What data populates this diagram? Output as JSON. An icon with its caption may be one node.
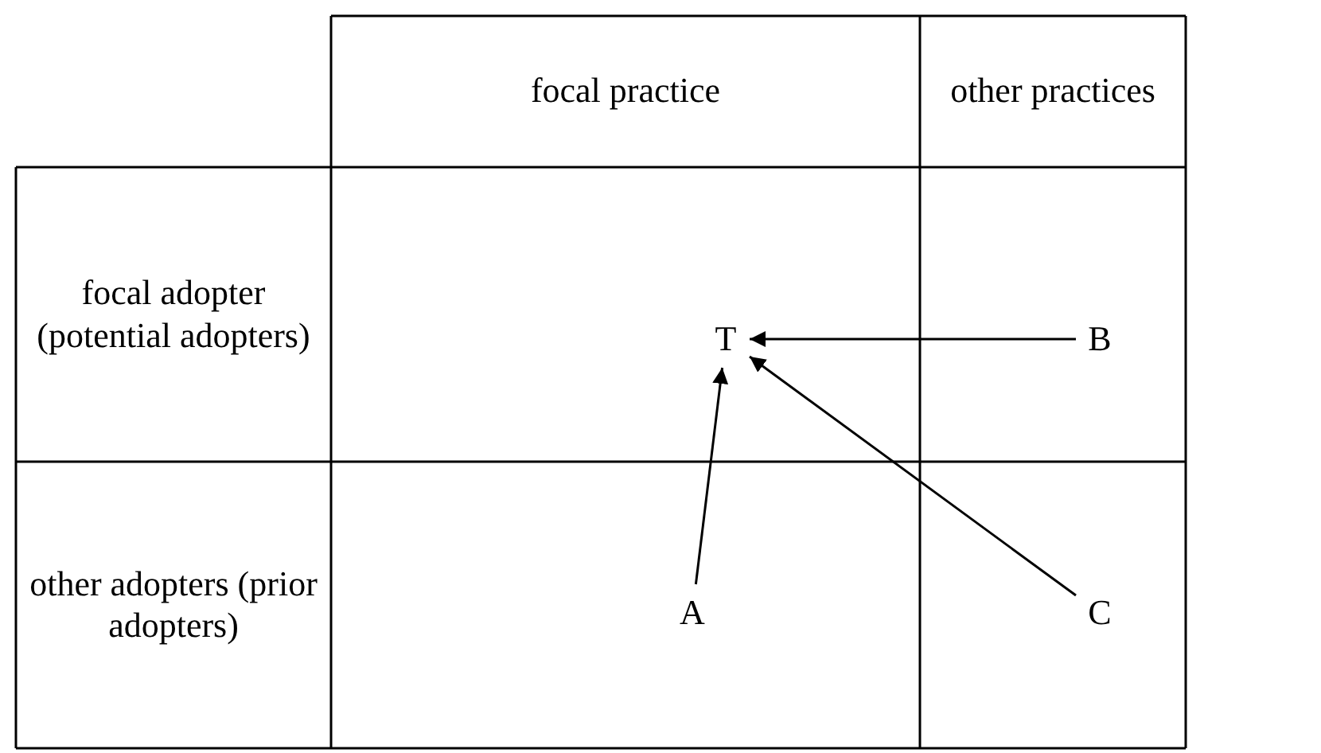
{
  "diagram": {
    "nodes": [
      {
        "text": [
          "T"
        ]
      },
      {
        "text": [
          "B"
        ]
      },
      {
        "text": [
          "A"
        ]
      },
      {
        "text": [
          "C"
        ]
      }
    ],
    "edges": [
      {
        "from": 1,
        "to": 0,
        "arrow": "to"
      },
      {
        "from": 2,
        "to": 0,
        "arrow": "to"
      },
      {
        "from": 3,
        "to": 0,
        "arrow": "to"
      }
    ],
    "labels": [
      "focal practice",
      "other practices",
      "focal adopter (potential adopters)",
      "other adopters (prior adopters)"
    ]
  }
}
